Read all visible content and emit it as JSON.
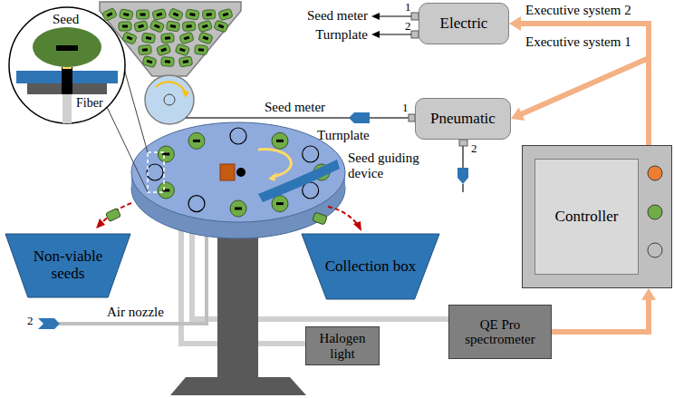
{
  "diagram": {
    "nodes": [
      {
        "text": [
          "Electric"
        ]
      },
      {
        "text": [
          "Pneumatic"
        ]
      },
      {
        "text": [
          "Controller"
        ]
      },
      {
        "text": [
          "Non-viable seeds"
        ]
      },
      {
        "text": [
          "Collection box"
        ]
      },
      {
        "text": [
          "Halogen light"
        ]
      },
      {
        "text": [
          "QE Pro spectrometer"
        ]
      }
    ],
    "edges": [
      {
        "from": 2,
        "to": 0,
        "arrow": "to",
        "label": "Executive system 2"
      },
      {
        "from": 2,
        "to": 1,
        "arrow": "to",
        "label": "Executive system 1"
      },
      {
        "from": 6,
        "to": 2,
        "arrow": "to"
      }
    ],
    "labels": [
      "Seed",
      "Fiber",
      "Seed meter",
      "1",
      "Turnplate",
      "2",
      "Seed meter",
      "1",
      "2",
      "Turnplate",
      "Seed guiding device",
      "Air nozzle",
      "2"
    ]
  }
}
